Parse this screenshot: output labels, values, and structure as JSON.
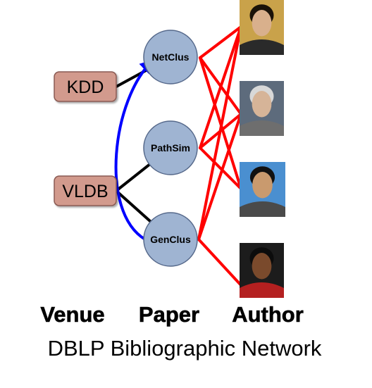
{
  "venues": [
    {
      "id": "kdd",
      "label": "KDD"
    },
    {
      "id": "vldb",
      "label": "VLDB"
    }
  ],
  "papers": [
    {
      "id": "netclus",
      "label": "NetClus"
    },
    {
      "id": "pathsim",
      "label": "PathSim"
    },
    {
      "id": "genclus",
      "label": "GenClus"
    }
  ],
  "authors": [
    {
      "id": "a1",
      "photo": "author-photo"
    },
    {
      "id": "a2",
      "photo": "author-photo"
    },
    {
      "id": "a3",
      "photo": "author-photo"
    },
    {
      "id": "a4",
      "photo": "author-photo"
    }
  ],
  "venue_paper_edges": [
    {
      "from": "kdd",
      "to": "netclus"
    },
    {
      "from": "vldb",
      "to": "pathsim"
    },
    {
      "from": "vldb",
      "to": "genclus"
    }
  ],
  "paper_paper_edges": [
    {
      "from": "genclus",
      "to": "netclus",
      "kind": "citation"
    }
  ],
  "paper_author_edges": [
    {
      "from": "netclus",
      "to": "a1"
    },
    {
      "from": "netclus",
      "to": "a2"
    },
    {
      "from": "netclus",
      "to": "a3"
    },
    {
      "from": "pathsim",
      "to": "a1"
    },
    {
      "from": "pathsim",
      "to": "a2"
    },
    {
      "from": "pathsim",
      "to": "a3"
    },
    {
      "from": "genclus",
      "to": "a1"
    },
    {
      "from": "genclus",
      "to": "a2"
    },
    {
      "from": "genclus",
      "to": "a4"
    }
  ],
  "column_headers": {
    "venue": "Venue",
    "paper": "Paper",
    "author": "Author"
  },
  "caption": "DBLP Bibliographic Network",
  "colors": {
    "venue_fill": "#d29a8d",
    "venue_stroke": "#8a5a52",
    "paper_fill": "#9fb4d2",
    "paper_stroke": "#55688a",
    "venue_edge": "#000000",
    "paper_edge": "#0000ff",
    "author_edge": "#ff0000"
  }
}
